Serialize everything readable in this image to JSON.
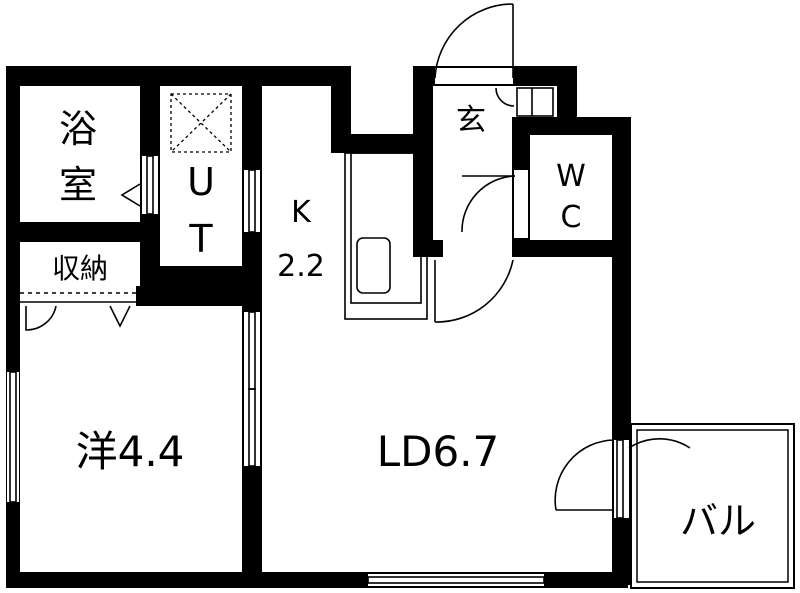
{
  "floorplan": {
    "rooms": {
      "bath_line1": "浴",
      "bath_line2": "室",
      "ut_line1": "U",
      "ut_line2": "T",
      "storage": "収納",
      "kitchen_line1": "K",
      "kitchen_line2": "2.2",
      "entrance": "玄",
      "wc_line1": "W",
      "wc_line2": "C",
      "western_room": "洋4.4",
      "living_dining": "LD6.7",
      "balcony": "バル"
    },
    "colors": {
      "wall": "#000000",
      "background": "#ffffff",
      "fixture": "#000000",
      "dashed": "#555555"
    },
    "icons": [
      "door-swing-icon",
      "sink-icon",
      "ventilation-fan-icon",
      "window-icon"
    ]
  }
}
